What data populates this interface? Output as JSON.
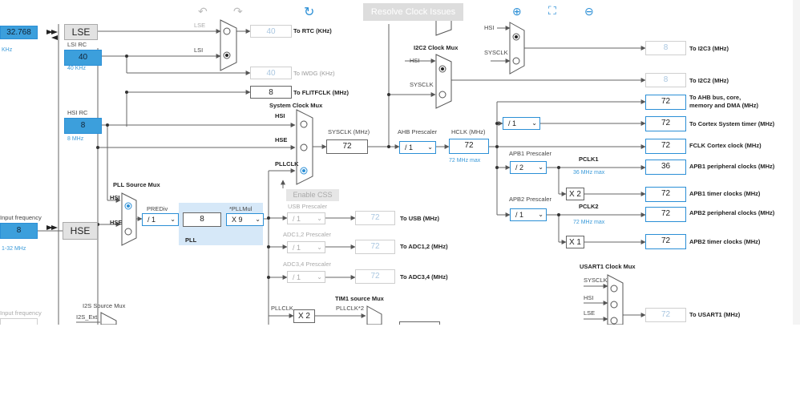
{
  "toolbar": {
    "undo_icon": "undo-icon",
    "redo_icon": "redo-icon",
    "refresh_icon": "refresh-icon",
    "resolve_label": "Resolve Clock Issues",
    "zoom_in_icon": "zoom-in-icon",
    "fit_icon": "fit-screen-icon",
    "zoom_out_icon": "zoom-out-icon"
  },
  "sources": {
    "lse_value": "32.768",
    "lse_unit": "KHz",
    "lse_label": "LSE",
    "lsi_title": "LSI RC",
    "lsi_value": "40",
    "lsi_note": "40 KHz",
    "hsi_title": "HSI RC",
    "hsi_value": "8",
    "hsi_note": "8 MHz",
    "hse_input_title": "Input frequency",
    "hse_value": "8",
    "hse_range": "1-32 MHz",
    "hse_label": "HSE",
    "i2s_input_title": "Input frequency"
  },
  "rtc": {
    "lse_in": "LSE",
    "lsi_in": "LSI",
    "rtc_value": "40",
    "rtc_label": "To RTC (KHz)",
    "iwdg_value": "40",
    "iwdg_label": "To IWDG (KHz)",
    "flit_value": "8",
    "flit_label": "To FLITFCLK (MHz)"
  },
  "i2c": {
    "i2c2_title": "I2C2 Clock Mux",
    "i2c2_hsi": "HSI",
    "i2c2_sysclk": "SYSCLK",
    "i2c3_hsi": "HSI",
    "i2c3_sysclk": "SYSCLK",
    "i2c3_value": "8",
    "i2c3_label": "To I2C3 (MHz)",
    "i2c2_value": "8",
    "i2c2_label": "To I2C2 (MHz)"
  },
  "system": {
    "mux_title": "System Clock Mux",
    "hsi": "HSI",
    "hse": "HSE",
    "pllclk": "PLLCLK",
    "sysclk_title": "SYSCLK (MHz)",
    "sysclk_value": "72",
    "enable_css": "Enable CSS",
    "ahb_title": "AHB Prescaler",
    "ahb_value": "/ 1",
    "hclk_title": "HCLK (MHz)",
    "hclk_value": "72",
    "hclk_note": "72 MHz max"
  },
  "pll": {
    "mux_title": "PLL Source Mux",
    "hsi": "HSI",
    "hse": "HSE",
    "prediv_title": "PREDiv",
    "prediv_value": "/ 1",
    "pll_in_value": "8",
    "pllmul_title": "*PLLMul",
    "pllmul_value": "X 9",
    "pll_label": "PLL"
  },
  "outputs": {
    "ahb_value": "72",
    "ahb_label_1": "To AHB bus, core,",
    "ahb_label_2": "memory and DMA (MHz)",
    "cortex_div": "/ 1",
    "cortex_value": "72",
    "cortex_label": "To Cortex System timer (MHz)",
    "fclk_value": "72",
    "fclk_label": "FCLK Cortex clock (MHz)",
    "apb1_title": "APB1 Prescaler",
    "apb1_div": "/ 2",
    "pclk1": "PCLK1",
    "pclk1_note": "36 MHz max",
    "apb1_periph_value": "36",
    "apb1_periph_label": "APB1 peripheral clocks (MHz)",
    "apb1_timer_mul": "X 2",
    "apb1_timer_value": "72",
    "apb1_timer_label": "APB1 timer clocks (MHz)",
    "apb2_title": "APB2 Prescaler",
    "apb2_div": "/ 1",
    "pclk2": "PCLK2",
    "pclk2_note": "72 MHz max",
    "apb2_periph_value": "72",
    "apb2_periph_label": "APB2 peripheral clocks (MHz)",
    "apb2_timer_mul": "X 1",
    "apb2_timer_value": "72",
    "apb2_timer_label": "APB2 timer clocks (MHz)"
  },
  "peripherals": {
    "usb_title": "USB Prescaler",
    "usb_div": "/ 1",
    "usb_value": "72",
    "usb_label": "To USB (MHz)",
    "adc12_title": "ADC1,2 Prescaler",
    "adc12_div": "/ 1",
    "adc12_value": "72",
    "adc12_label": "To ADC1,2 (MHz)",
    "adc34_title": "ADC3,4 Prescaler",
    "adc34_div": "/ 1",
    "adc34_value": "72",
    "adc34_label": "To ADC3,4 (MHz)",
    "pllclk_label": "PLLCLK",
    "tim1_mul": "X 2",
    "tim1_title": "TIM1 source Mux",
    "pllclk2_label": "PLLCLK*2",
    "i2s_title": "I2S Source Mux",
    "i2s_ext": "I2S_Ext",
    "usart1_title": "USART1 Clock Mux",
    "usart1_sysclk": "SYSCLK",
    "usart1_hsi": "HSI",
    "usart1_lse": "LSE",
    "usart1_value": "72",
    "usart1_label": "To USART1 (MHz)"
  }
}
